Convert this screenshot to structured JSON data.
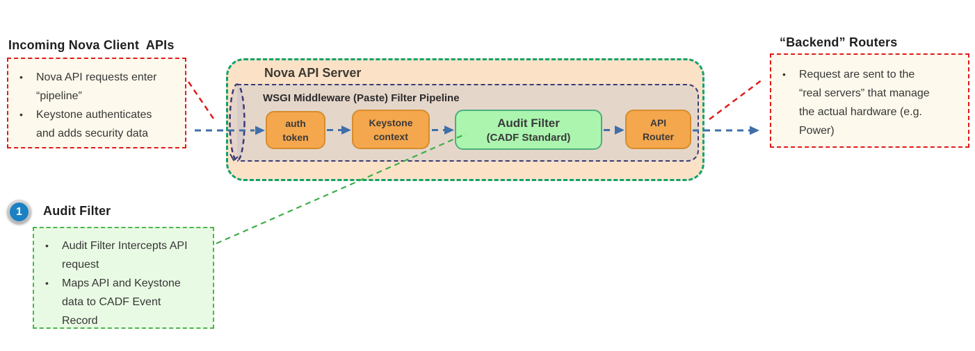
{
  "colors": {
    "red-border": "#e01a1a",
    "cream": "#fdf9ec",
    "peach": "#fbe2c7",
    "green-outer": "#0da26e",
    "tan": "#e5d6ca",
    "indigo": "#3a3973",
    "orange-fill": "#f5a74d",
    "orange-border": "#d68c2c",
    "audit-fill": "#abf5af",
    "audit-border": "#4bae7c",
    "callout-fill": "#e9fae4",
    "callout-border": "#4cb54c",
    "arrow-blue": "#3e6fa8",
    "line-green": "#3fae4a",
    "circle-blue": "#1b80c4",
    "text-dark": "#3a3a3a"
  },
  "left_panel": {
    "title": "Incoming Nova Client  APIs",
    "items": [
      "Nova API requests enter “pipeline”",
      "Keystone authenticates and adds security data"
    ]
  },
  "server": {
    "title": "Nova API Server",
    "pipeline_title": "WSGI Middleware (Paste) Filter Pipeline",
    "stages": [
      {
        "line1": "auth",
        "line2": "token"
      },
      {
        "line1": "Keystone",
        "line2": "context"
      },
      {
        "line1": "Audit Filter",
        "line2": "(CADF Standard)"
      },
      {
        "line1": "API",
        "line2": "Router"
      }
    ]
  },
  "right_panel": {
    "title": "“Backend” Routers",
    "items": [
      "Request are sent to the “real servers” that manage the actual hardware (e.g. Power)"
    ]
  },
  "callout": {
    "number": "1",
    "title": "Audit Filter",
    "items": [
      "Audit Filter Intercepts API request",
      "Maps API and Keystone data to CADF Event Record"
    ]
  }
}
